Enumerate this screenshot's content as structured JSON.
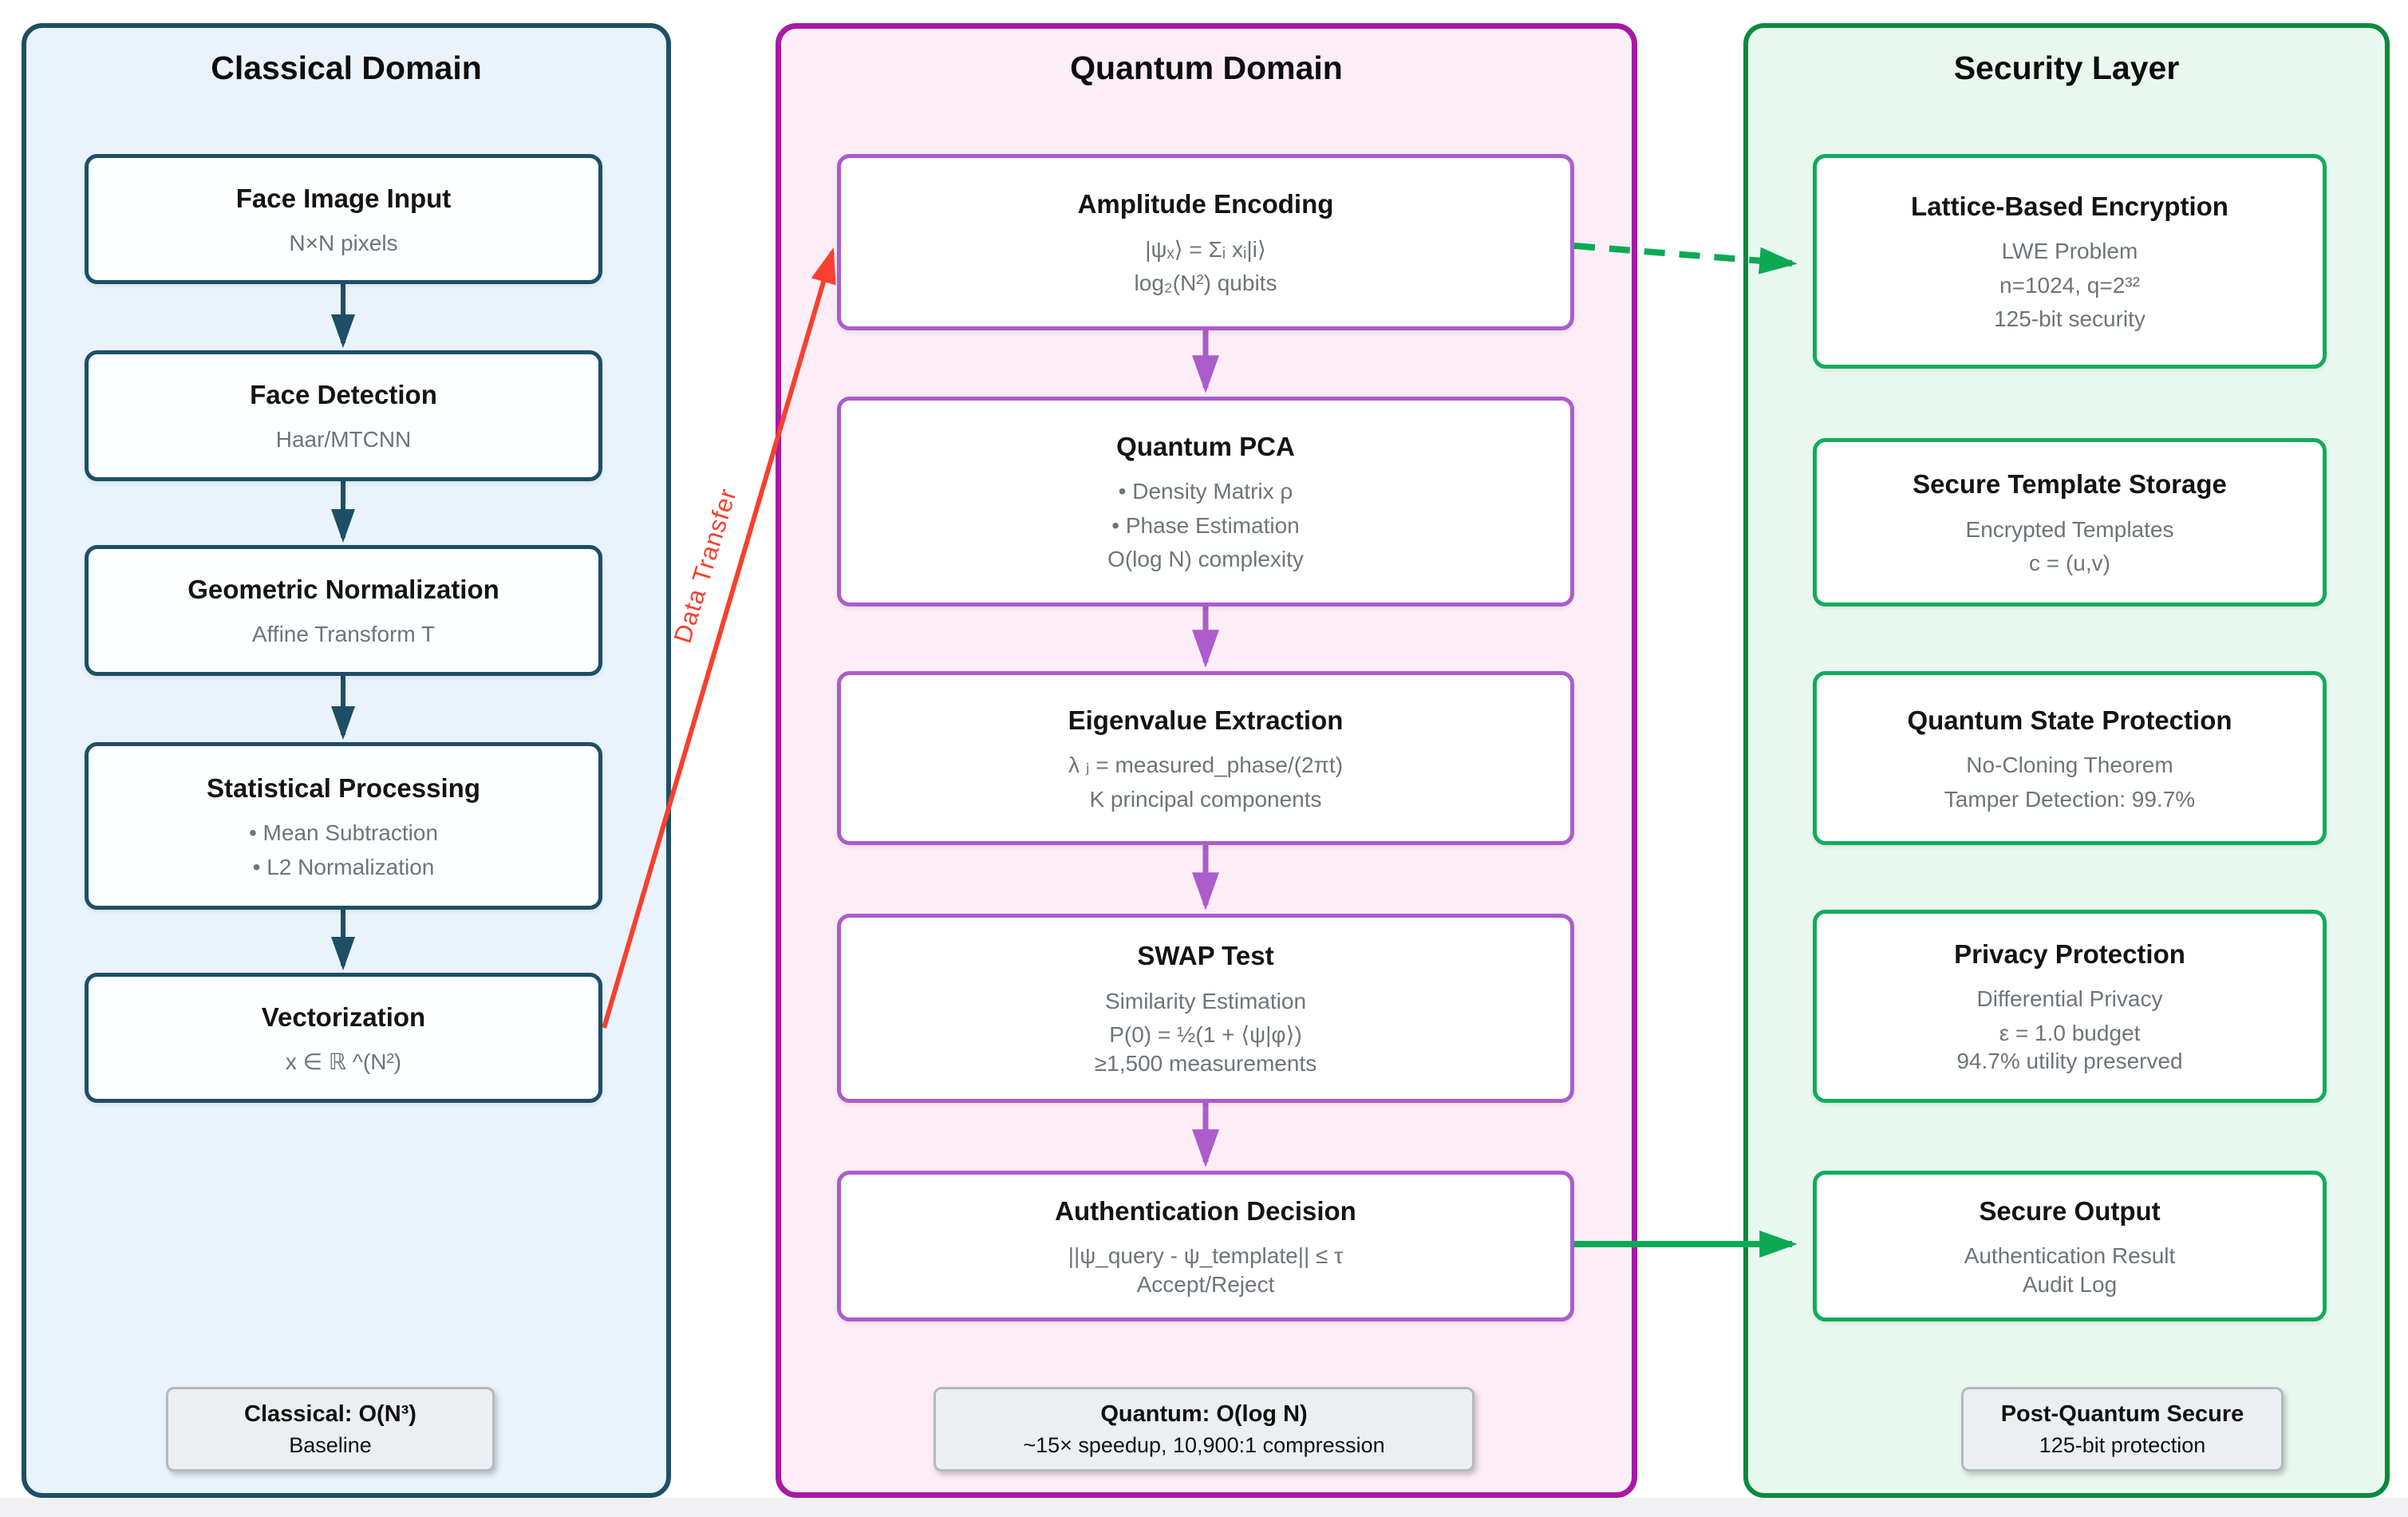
{
  "classical": {
    "title": "Classical Domain",
    "boxes": [
      {
        "title": "Face Image Input",
        "lines": [
          "N×N pixels"
        ]
      },
      {
        "title": "Face Detection",
        "lines": [
          "Haar/MTCNN"
        ]
      },
      {
        "title": "Geometric Normalization",
        "lines": [
          "Affine Transform T"
        ]
      },
      {
        "title": "Statistical Processing",
        "lines": [
          "• Mean Subtraction",
          "• L2 Normalization"
        ]
      },
      {
        "title": "Vectorization",
        "lines": [
          "x ∈ ℝ ^(N²)"
        ]
      }
    ],
    "badge": {
      "title": "Classical: O(N³)",
      "subtitle": "Baseline"
    }
  },
  "quantum": {
    "title": "Quantum Domain",
    "boxes": [
      {
        "title": "Amplitude Encoding",
        "lines": [
          "|ψₓ⟩ = Σᵢ xᵢ|i⟩",
          "log₂(N²) qubits"
        ]
      },
      {
        "title": "Quantum PCA",
        "lines": [
          "• Density Matrix ρ",
          "• Phase Estimation",
          "O(log N) complexity"
        ]
      },
      {
        "title": "Eigenvalue Extraction",
        "lines": [
          "λ ⱼ = measured_phase/(2πt)",
          "K principal components"
        ]
      },
      {
        "title": "SWAP Test",
        "lines": [
          "Similarity Estimation",
          "P(0) = ½(1 + ⟨ψ|φ⟩)",
          "≥1,500 measurements"
        ]
      },
      {
        "title": "Authentication Decision",
        "lines": [
          "||ψ_query - ψ_template|| ≤ τ",
          "Accept/Reject"
        ]
      }
    ],
    "badge": {
      "title": "Quantum: O(log N)",
      "subtitle": "~15× speedup, 10,900:1 compression"
    }
  },
  "security": {
    "title": "Security Layer",
    "boxes": [
      {
        "title": "Lattice-Based Encryption",
        "lines": [
          "LWE Problem",
          "n=1024, q=2³²",
          "125-bit security"
        ]
      },
      {
        "title": "Secure Template Storage",
        "lines": [
          "Encrypted Templates",
          "c = (u,v)"
        ]
      },
      {
        "title": "Quantum State Protection",
        "lines": [
          "No-Cloning Theorem",
          "Tamper Detection: 99.7%"
        ]
      },
      {
        "title": "Privacy Protection",
        "lines": [
          "Differential Privacy",
          "ε = 1.0 budget",
          "94.7% utility preserved"
        ]
      },
      {
        "title": "Secure Output",
        "lines": [
          "Authentication Result",
          "Audit Log"
        ]
      }
    ],
    "badge": {
      "title": "Post-Quantum Secure",
      "subtitle": "125-bit protection"
    }
  },
  "edges": {
    "data_transfer_label": "Data Transfer"
  },
  "colors": {
    "classical_border": "#1D4F66",
    "classical_fill": "#EAF3FB",
    "quantum_container_border": "#A61AA4",
    "quantum_box_border": "#AC5CCB",
    "quantum_fill": "#FCEDF7",
    "security_container_border": "#0B8A3E",
    "security_box_border": "#10AC5B",
    "security_fill": "#E9F8EF",
    "arrow_red": "#F8402F",
    "arrow_green": "#0CA955",
    "badge_fill": "#ECEFF1"
  }
}
